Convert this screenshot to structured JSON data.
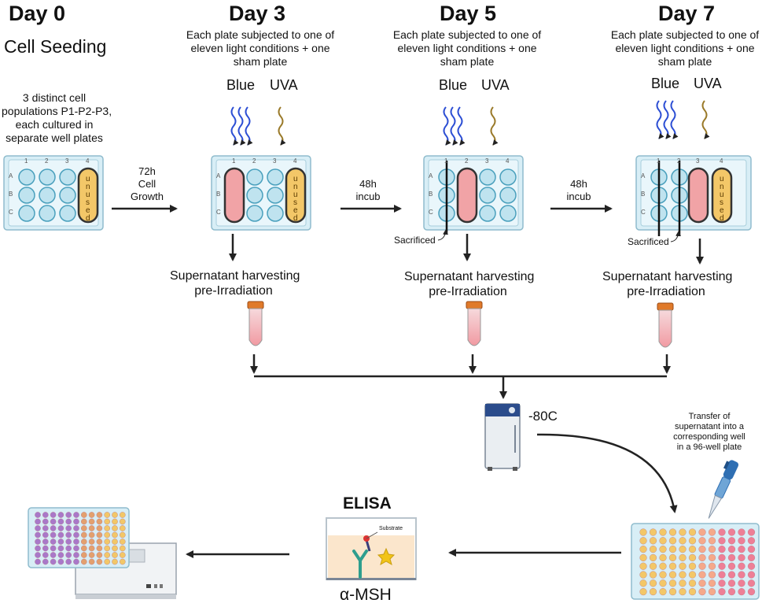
{
  "days": {
    "d0": "Day 0",
    "d3": "Day 3",
    "d5": "Day 5",
    "d7": "Day 7"
  },
  "seeding": {
    "title": "Cell Seeding",
    "desc": [
      "3 distinct cell",
      "populations P1-P2-P3,",
      "each cultured in",
      "separate well plates"
    ]
  },
  "plate_header": [
    "Each plate subjected to one of",
    "eleven light conditions + one",
    "sham plate"
  ],
  "light": {
    "blue": "Blue",
    "uva": "UVA"
  },
  "plate": {
    "cols": [
      "1",
      "2",
      "3",
      "4"
    ],
    "rows": [
      "A",
      "B",
      "C"
    ],
    "unused": "unused"
  },
  "steps": {
    "growth": [
      "72h",
      "Cell",
      "Growth"
    ],
    "incub": [
      "48h",
      "incub"
    ]
  },
  "sacrificed": "Sacrificed",
  "harvest": [
    "Supernatant harvesting",
    "pre-Irradiation"
  ],
  "storage": "-80C",
  "transfer": [
    "Transfer of",
    "supernatant into a",
    "corresponding well",
    "in a 96-well plate"
  ],
  "elisa": {
    "title": "ELISA",
    "substrate": "Substrate",
    "target": "α-MSH"
  },
  "colors": {
    "well": "#bfe3ef",
    "well_stroke": "#4aa0bd",
    "pink": "#f1a3a6",
    "unused": "#f3c768",
    "blue_light": "#2d4fd4",
    "uva_light": "#9a7a2a",
    "arrow": "#222222"
  }
}
